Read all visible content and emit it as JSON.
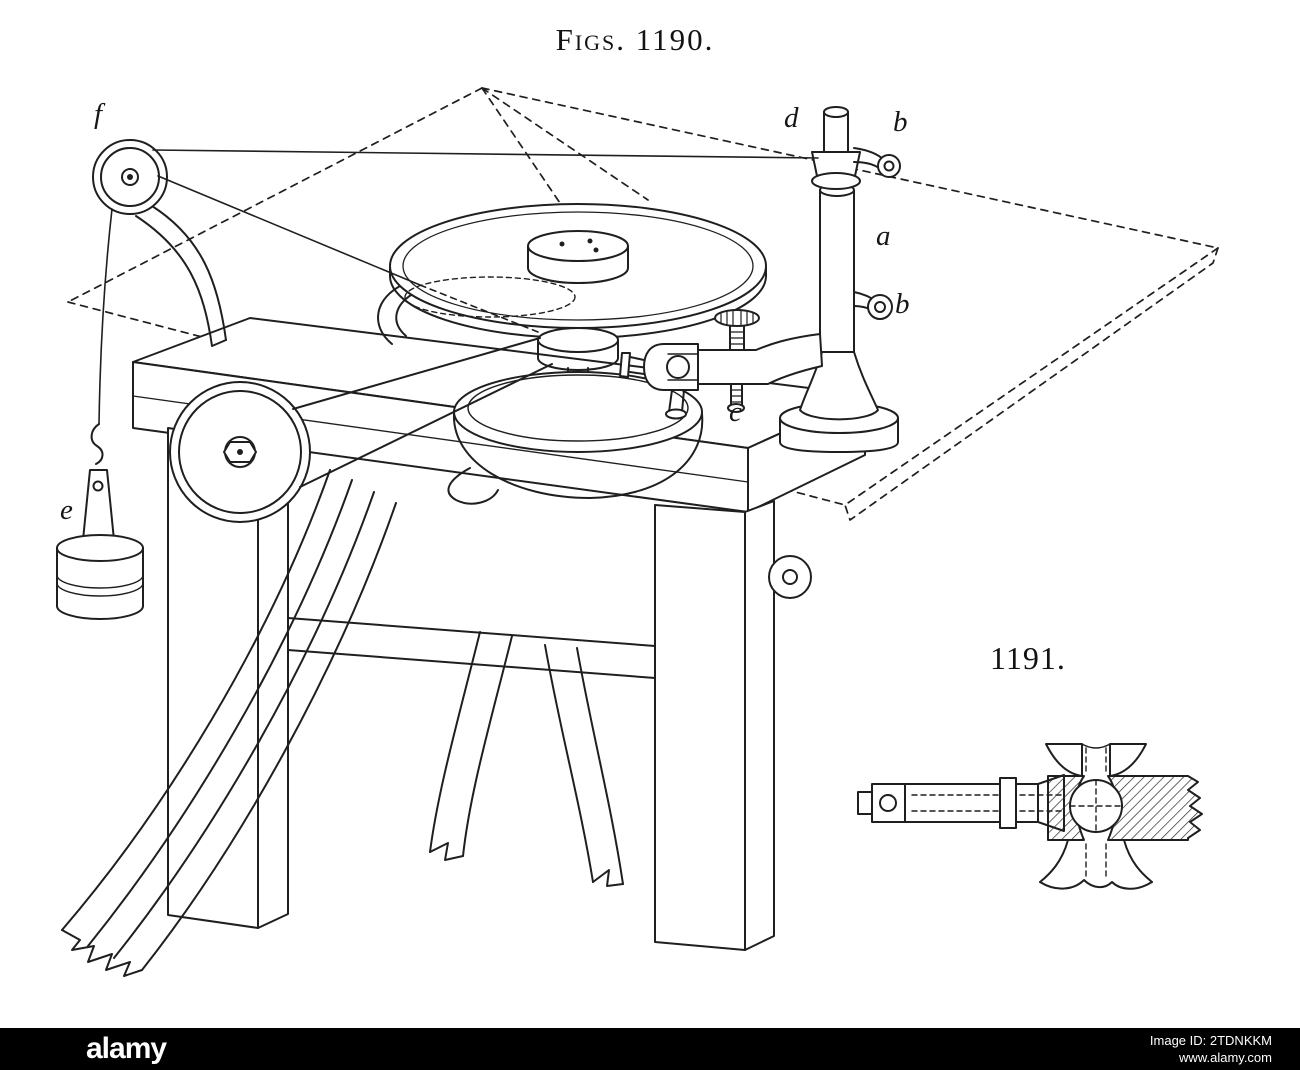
{
  "figure_1190": {
    "title": "Figs. 1190.",
    "labels": {
      "f": "f",
      "d": "d",
      "b_upper": "b",
      "a": "a",
      "b_lower": "b",
      "c": "c",
      "e": "e"
    }
  },
  "figure_1191": {
    "label": "1191."
  },
  "footer": {
    "brand": "alamy",
    "image_id": "Image ID: 2TDNKKM",
    "url": "www.alamy.com"
  },
  "colors": {
    "ink": "#1f1f1f",
    "paper": "#ffffff",
    "footer_bg": "#000000",
    "footer_text": "#ffffff"
  }
}
